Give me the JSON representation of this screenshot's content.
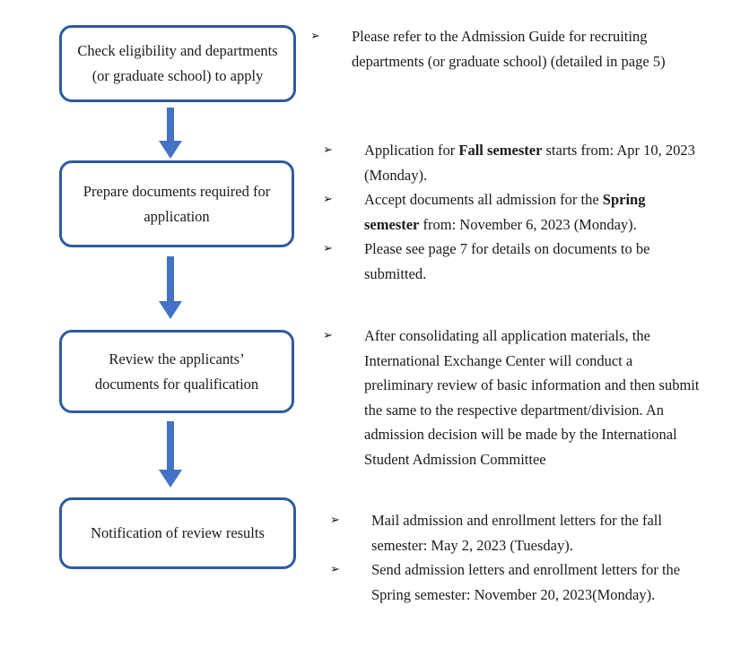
{
  "diagram": {
    "title_hint": "International admission application process flowchart",
    "colors": {
      "box_border": "#2e5b9e",
      "arrow": "#4472c4",
      "text": "#1a1a1a"
    },
    "bullet_glyph": "➢",
    "steps": [
      {
        "id": "check-eligibility",
        "label": "Check eligibility and departments\n(or graduate school) to apply"
      },
      {
        "id": "prepare-documents",
        "label": "Prepare documents required for\napplication"
      },
      {
        "id": "review-documents",
        "label": "Review the applicants’\ndocuments for qualification"
      },
      {
        "id": "notification",
        "label": "Notification of review results"
      }
    ],
    "note_blocks": [
      {
        "step": "check-eligibility",
        "items": [
          {
            "segments": [
              {
                "t": "Please refer to the Admission Guide for recruiting departments (or graduate school) (detailed in page 5)",
                "b": false
              }
            ]
          }
        ]
      },
      {
        "step": "prepare-documents",
        "items": [
          {
            "segments": [
              {
                "t": "Application for ",
                "b": false
              },
              {
                "t": "Fall semester",
                "b": true
              },
              {
                "t": " starts from: Apr 10, 2023 (Monday).",
                "b": false
              }
            ]
          },
          {
            "segments": [
              {
                "t": "Accept documents all admission for the ",
                "b": false
              },
              {
                "t": "Spring semester",
                "b": true
              },
              {
                "t": " from: November 6, 2023 (Monday).",
                "b": false
              }
            ]
          },
          {
            "segments": [
              {
                "t": "Please see page 7 for details on documents to be submitted.",
                "b": false
              }
            ]
          }
        ]
      },
      {
        "step": "review-documents",
        "items": [
          {
            "segments": [
              {
                "t": "After consolidating all application materials, the International Exchange Center will conduct a preliminary review of basic information and then submit the same to the respective department/division. An admission decision will be made by the International Student Admission Committee",
                "b": false
              }
            ]
          }
        ]
      },
      {
        "step": "notification",
        "items": [
          {
            "segments": [
              {
                "t": "Mail admission and enrollment letters for the fall semester: May 2, 2023 (Tuesday).",
                "b": false
              }
            ]
          },
          {
            "segments": [
              {
                "t": "Send admission letters and enrollment letters for the Spring semester: November 20, 2023(Monday).",
                "b": false
              }
            ]
          }
        ]
      }
    ]
  }
}
